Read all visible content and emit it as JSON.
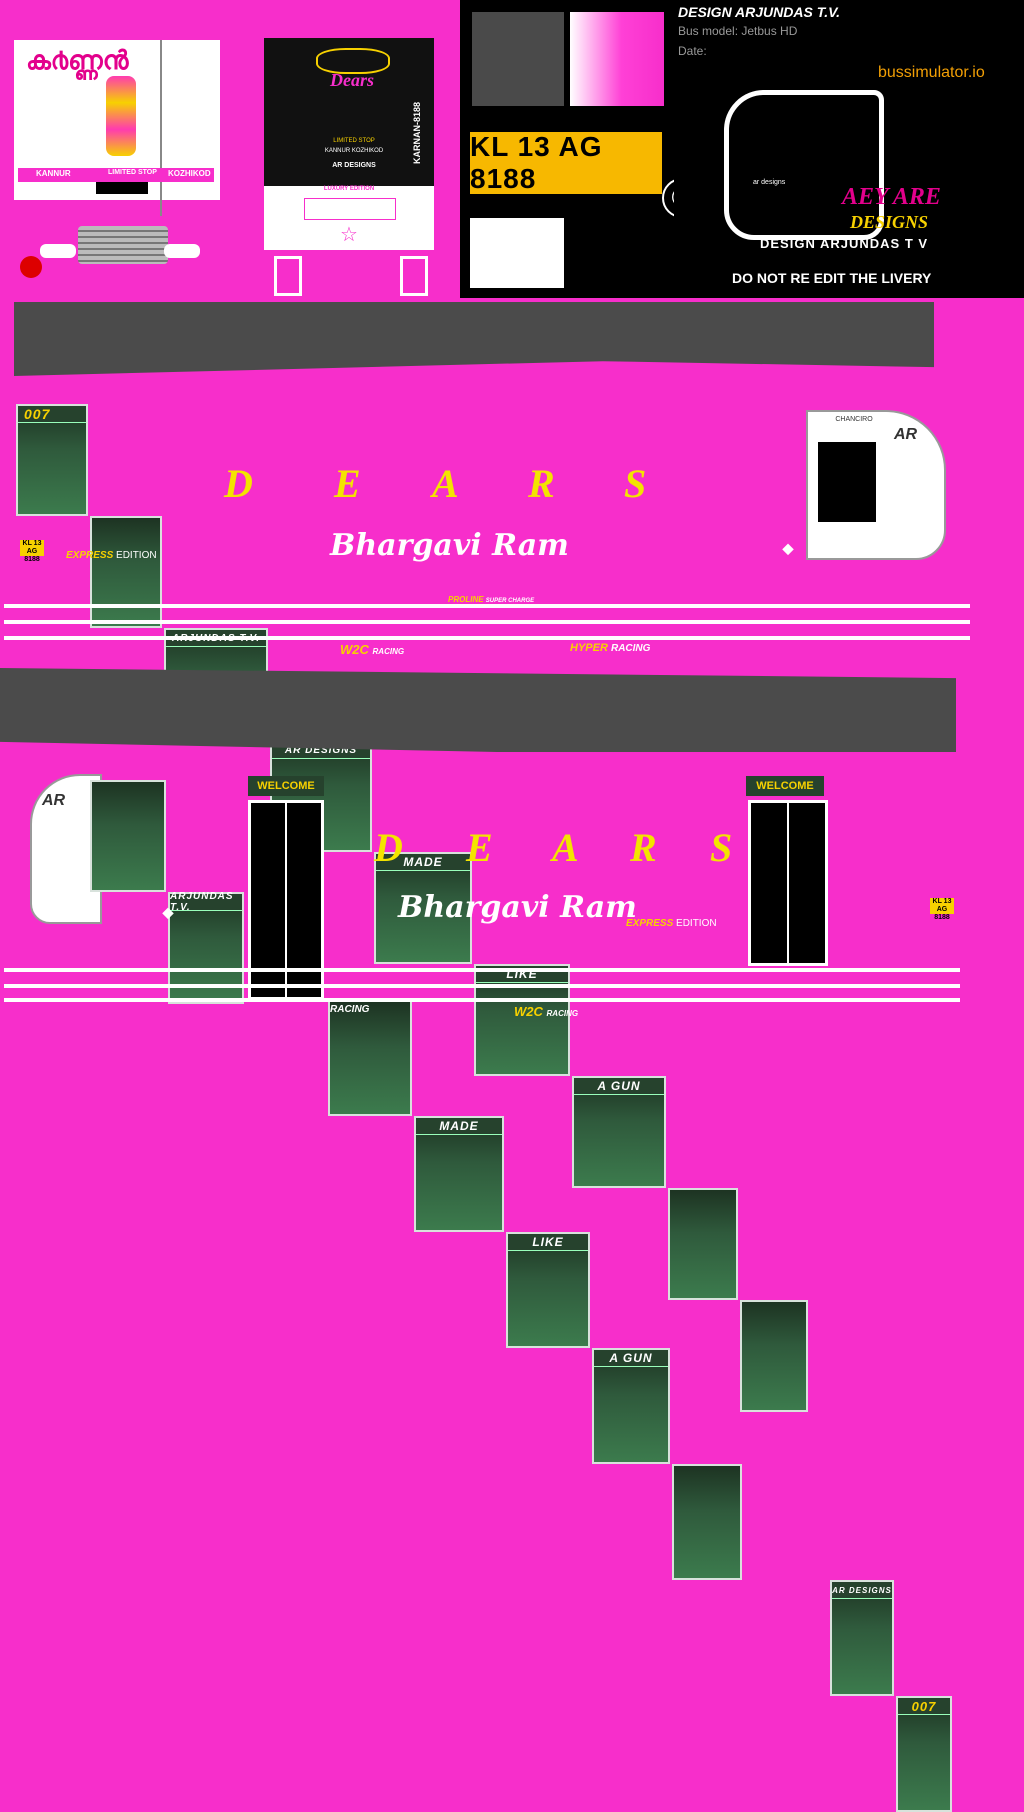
{
  "front_panel": {
    "route_left": "KANNUR",
    "route_right": "KOZHIKOD",
    "limited_stop": "LIMITED STOP"
  },
  "back_panel": {
    "logo_text": "Dears",
    "limited_stop": "LIMITED STOP",
    "route_text": "KANNUR KOZHIKOD",
    "designs": "AR DESIGNS",
    "edition": "LUXURY EDITION",
    "side_text": "KARNAN-8188"
  },
  "plate_number": "KL 13 AG 8188",
  "copyright_symbol": "©",
  "credits": {
    "title": "DESIGN ARJUNDAS T.V.",
    "bus_model": "Bus model: Jetbus HD",
    "date_label": "Date:",
    "site": "bussimulator.io",
    "logo_line1": "AEY ARE",
    "logo_line2": "DESIGNS",
    "designer": "DESIGN ARJUNDAS T V",
    "warning": "DO NOT RE EDIT THE LIVERY",
    "bus_caption": "ar designs"
  },
  "side1": {
    "windows": [
      "007",
      "",
      "ARJUNDAS T.V.",
      "AR DESIGNS",
      "MADE",
      "LIKE",
      "A GUN",
      "",
      "",
      "CHANCIRO"
    ],
    "dears_letters": [
      "D",
      "E",
      "A",
      "R",
      "S"
    ],
    "name": "Bhargavi Ram",
    "edition_bold": "EXPRESS",
    "edition_rest": " EDITION",
    "plate_mini_1": "KL 13",
    "plate_mini_2": "AG 8188",
    "badge": "AR",
    "proline": "PROLINE",
    "supercharge": "SUPER CHARGE",
    "wrc": "W2C",
    "wrc_racing": "RACING",
    "hyper": "HYPER",
    "hyper_racing": "RACING"
  },
  "side2": {
    "windows": [
      "ARJUNDAS T.V.",
      "WELCOME",
      "MADE",
      "LIKE",
      "A GUN",
      "",
      "WELCOME",
      "AR DESIGNS",
      "007"
    ],
    "dears_letters": [
      "D",
      "E",
      "A",
      "R",
      "S"
    ],
    "name": "Bhargavi Ram",
    "edition_bold": "EXPRESS",
    "edition_rest": " EDITION",
    "plate_mini_1": "KL 13",
    "plate_mini_2": "AG 8188",
    "badge": "AR",
    "racing": "RACING",
    "wrc": "W2C",
    "wrc_racing": "RACING"
  },
  "colors": {
    "pink": "#f72ecb",
    "yellow": "#f3e400",
    "plate": "#f7b800",
    "window_green": "#2f5a3c",
    "gray": "#4b4b4b"
  }
}
